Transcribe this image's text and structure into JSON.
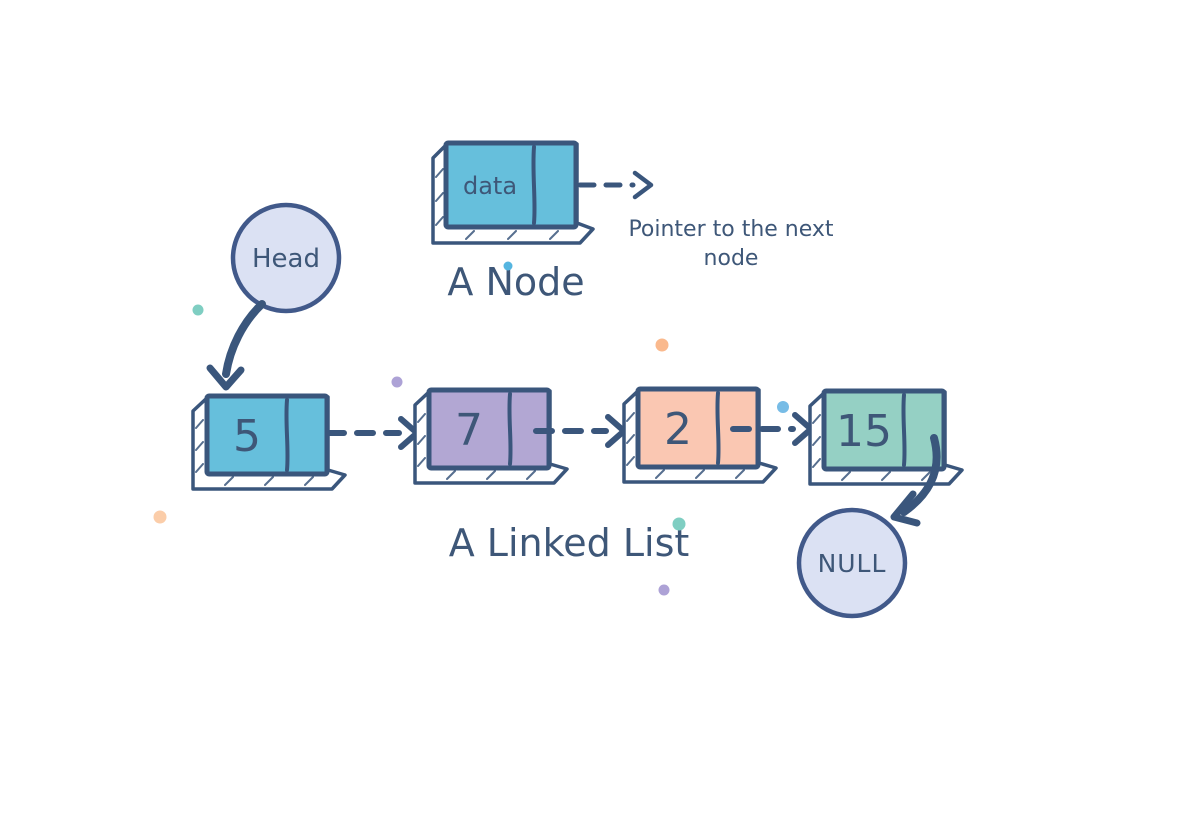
{
  "palette": {
    "bg": "#ffffff",
    "ink": "#3A567C",
    "text": "#3E5778",
    "circle_fill": "#DBE1F3",
    "circle_stroke": "#41598A"
  },
  "node_demo": {
    "data_label": "data",
    "caption": "A Node",
    "fill": "#66BFDC",
    "annotation_line1": "Pointer to the next",
    "annotation_line2": "node"
  },
  "list": {
    "caption": "A Linked List",
    "head_label": "Head",
    "null_label": "NULL",
    "nodes": [
      {
        "value": "5",
        "color": "#66BFDC"
      },
      {
        "value": "7",
        "color": "#B2A7D3"
      },
      {
        "value": "2",
        "color": "#FAC7B2"
      },
      {
        "value": "15",
        "color": "#95D0C4"
      }
    ]
  },
  "decor": {
    "dots": [
      {
        "color": "#7FCEC2"
      },
      {
        "color": "#FBCDA9"
      },
      {
        "color": "#ADA2D6"
      },
      {
        "color": "#FAB98D"
      },
      {
        "color": "#77BCE6"
      },
      {
        "color": "#7FCEC2"
      },
      {
        "color": "#ADA2D6"
      },
      {
        "color": "#55B5E0"
      }
    ]
  }
}
